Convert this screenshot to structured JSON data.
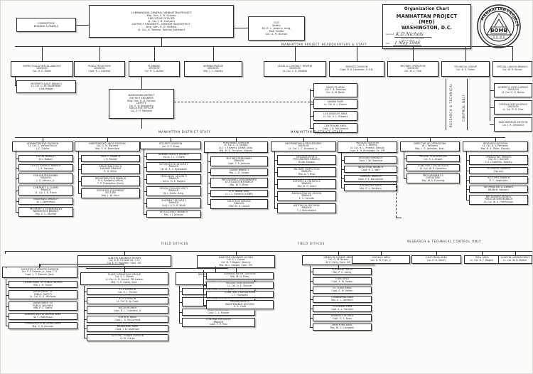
{
  "title_block": {
    "line1": "Organization Chart",
    "line2": "MANHATTAN PROJECT",
    "line3": "(MED)",
    "line4": "WASHINGTON, D.C.",
    "approved_label": "Approved",
    "signature": "K.D.Nichols",
    "signature_sub1": "Brig. Gen'l, Corps of Engineers",
    "signature_sub2": "District Engineer",
    "date_label": "Date",
    "date_value": "1 May 1946"
  },
  "seal": {
    "outer_text_left": "MANHATTAN",
    "outer_text_right": "PROJECT",
    "center_text": "BOMB"
  },
  "captions": {
    "hq_staff": "MANHATTAN PROJECT  HEADQUARTERS & STAFF",
    "district_staff_left": "MANHATTAN  DISTRICT STAFF",
    "district_staff_right": "MANHATTAN  DISTRICT STAFF",
    "field_offices_left": "FIELD  OFFICES",
    "field_offices_right": "FIELD  OFFICES",
    "research_technical": "RESEARCH & TECHNICAL",
    "control_only": "CONTROL ONLY",
    "research_technical_control": "RESEARCH & TECHNICAL  CONTROL ONLY"
  },
  "top": {
    "committees": [
      "COMMITTEES",
      "BOARDS & PANELS"
    ],
    "commanding": [
      "COMMANDING GENERAL MANHATTAN PROJECT",
      "Maj. Gen. L. R. Groves",
      "EXECUTIVE OFFICER",
      "Lt. Col. J. B. Lampert",
      "DISTRICT ENGINEER – MANHATTAN DISTRICT",
      "Brig. Gen. K. D. Nichols",
      "Lt. Col. A. Tamaro, Special Assistant"
    ],
    "oce": [
      "OCE",
      "Safety",
      "Mr. R. L. Jenkins, Actg.",
      "Real Estate",
      "Col. A. H. Burton"
    ]
  },
  "hq_divisions": [
    {
      "name": "inspection-misc",
      "lines": [
        "INSPECTION & MISCELLANEOUS",
        "DIVISION",
        "Col. D. E. Antes"
      ]
    },
    {
      "name": "public-relations",
      "lines": [
        "PUBLIC RELATIONS",
        "DIVISION",
        "Capt. B. J. Coakley"
      ]
    },
    {
      "name": "planning",
      "lines": [
        "PLANNING",
        "DIVISION",
        "Col. R. G. Butler"
      ]
    },
    {
      "name": "administrative",
      "lines": [
        "ADMINISTRATIVE",
        "DIVISION",
        "Maj. J. C. Hooley"
      ]
    },
    {
      "name": "legal-contract-review",
      "lines": [
        "LEGAL & CONTRACT REVIEW",
        "DIVISION",
        "Lt. Col. C. B. Rhodes"
      ]
    },
    {
      "name": "patents",
      "lines": [
        "PATENTS DIVISION",
        "Capt. R. A. Lavender, U.S.N."
      ]
    },
    {
      "name": "military-operation",
      "lines": [
        "MILITARY OPERATION",
        "DIVISION",
        "Col. M. C. Gee"
      ]
    },
    {
      "name": "technical-group",
      "lines": [
        "TECHNICAL GROUP",
        "Col. K. E. Fields"
      ]
    },
    {
      "name": "special-liaison",
      "lines": [
        "SPECIAL LIAISON BRANCH",
        "Col. W. R. Shuler"
      ]
    }
  ],
  "property_audit": [
    "PROPERTY AUDIT BRANCH",
    "Lt. Col. G. W. Studebaker",
    "(Oak Ridge)"
  ],
  "manhattan_district": [
    "MANHATTAN DISTRICT",
    "DISTRICT ENGINEER",
    "Brig. Gen. K. D. Nichols",
    "DEPUTY",
    "Col. E. E. Kirkpatrick",
    "EXECUTIVE OFFICER",
    "Col. E. H. Marsden"
  ],
  "liaison_children": [
    {
      "name": "domestic-intelligence",
      "lines": [
        "DOMESTIC INTELLIGENCE",
        "DIVISION",
        "Lt. Col. C. H. Banks"
      ]
    },
    {
      "name": "foreign-intelligence",
      "lines": [
        "FOREIGN INTELLIGENCE",
        "DIVISION",
        "Lt. Col. R. H. Free"
      ]
    },
    {
      "name": "raw-material-section",
      "lines": [
        "RAW MATERIAL SECTION",
        "Col. J. R. Jamarone"
      ]
    }
  ],
  "santa_fe_group": [
    {
      "name": "santa-fe-area",
      "lines": [
        "SANTA FE AREA",
        "Col. L. E. Seeman",
        "Col. A. W. Betts"
      ]
    },
    {
      "name": "sandia-base",
      "lines": [
        "SANDIA BASE",
        "Lt. Col. A. J. Frolich"
      ]
    },
    {
      "name": "los-angeles-area",
      "lines": [
        "LOS ANGELES AREA",
        "Lt. Col. S. L. Stewart"
      ]
    },
    {
      "name": "centerline-area",
      "lines": [
        "CENTERLINE AREA",
        "Capt. J. D. McCormick"
      ]
    }
  ],
  "district_columns": [
    {
      "name": "administrative-division",
      "head": [
        "ADMINISTRATIVE DIVISION",
        "Lt. Col. C. Vanden Bulck",
        "J. C. Clarke"
      ],
      "children": [
        {
          "name": "fiscal-branch",
          "lines": [
            "FISCAL BRANCH",
            "D.C. Bogart"
          ]
        },
        {
          "name": "office-service-branch",
          "lines": [
            "OFFICE SERVICE BRANCH",
            "J. R. Gorman"
          ]
        },
        {
          "name": "civilian-personnel-branch",
          "lines": [
            "CIVILIAN PERSONNEL",
            "BRANCH",
            "J. G. LeSieur, Jr."
          ]
        },
        {
          "name": "contract-claims-branch",
          "lines": [
            "CONTRACT & CLAIMS",
            "BRANCH",
            "Lt. Col. J. E. Travis"
          ]
        },
        {
          "name": "insurance-branch",
          "lines": [
            "INSURANCE BRANCH",
            "W. J. Satterfield"
          ]
        },
        {
          "name": "property-government-warehouse-branch",
          "lines": [
            "PROPERTY & GOVERNMENT",
            "WAREHOUSE BRANCH",
            "Maj. E. C. Stumpf"
          ]
        }
      ]
    },
    {
      "name": "independent-units-division",
      "head": [
        "INDEPENDENT UNITS DIVISION",
        "Col. G. M. Borland",
        "Maj. G. H. Bramfield"
      ],
      "children": [
        {
          "name": "safety-branch",
          "lines": [
            "SAFETY BRANCH",
            "J. R. Maddy"
          ]
        },
        {
          "name": "redistribution-salvage-branch",
          "lines": [
            "REDISTRIBUTION &",
            "SALVAGE BRANCH",
            "R. H. Millar"
          ]
        },
        {
          "name": "redistribution-branch",
          "lines": [
            "REDISTRIBUTION BRANCH",
            "R. A. Rodgers (office)",
            "T. P. Thompkins (field)"
          ]
        },
        {
          "name": "scientific-equipment-section",
          "lines": [
            "SCIENTIFIC EQUIPMENT",
            "SECTION",
            "Maj. J. W. Gord"
          ]
        }
      ]
    },
    {
      "name": "security-division",
      "head": [
        "SECURITY DIVISION",
        "Col. O. F. Shaw"
      ],
      "children": [
        {
          "name": "administrative-branch",
          "lines": [
            "ADMINISTRATIVE BRANCH",
            "1st Lt. J. L. O'Gara"
          ]
        },
        {
          "name": "information-security-branch",
          "lines": [
            "INFORMATION SECURITY",
            "BRANCH",
            "1st Lt. A. L. Rydzewski"
          ]
        },
        {
          "name": "personnel-security-branch",
          "lines": [
            "PERSONNEL SECURITY",
            "BRANCH",
            "1st Lt. M. E. Rogers"
          ]
        },
        {
          "name": "production-security-branch",
          "lines": [
            "PRODUCTION SECURITY",
            "BRANCH",
            "W. L. Ewitz, Actg."
          ]
        },
        {
          "name": "shipment-security-branch",
          "lines": [
            "SHIPMENT SECURITY",
            "BRANCH",
            "1st Lt. A. V. R. Wulff"
          ]
        },
        {
          "name": "intelligence-branch",
          "lines": [
            "INTELLIGENCE BRANCH",
            "Maj. J. J. Jackson"
          ]
        }
      ]
    },
    {
      "name": "personnel-division",
      "head": [
        "PERSONNEL DIVISION",
        "Lt. Col. C. A. Nelson",
        "Lt. J. J. Flaherty (USNR) Asst.",
        "Maj. M. E. Thruston, Deputy"
      ],
      "children": [
        {
          "name": "military-personnel-branch",
          "lines": [
            "MILITARY PERSONNEL",
            "BRANCH",
            "Capt. T. S. Johnson"
          ]
        },
        {
          "name": "labor-branch",
          "lines": [
            "LABOR BRANCH",
            "Maj. L. D. Geiger"
          ]
        },
        {
          "name": "procedures-assignments-branch",
          "lines": [
            "PROCEDURES, ASSIGNMENTS",
            "& UTILIZATION BRANCH",
            "Maj. W. F. Miller"
          ]
        },
        {
          "name": "us-naval-unit",
          "lines": [
            "U. S. NAVAL UNIT",
            "Lt. J. J. Flaherty (USNR)"
          ]
        },
        {
          "name": "selective-service-branch",
          "lines": [
            "SELECTIVE SERVICE",
            "BRANCH",
            "CWO M. S. Levine"
          ]
        }
      ]
    },
    {
      "name": "information-procedures-division",
      "head": [
        "INFORMATION & PROCEDURES",
        "DIVISION",
        "Lt. Col. L. C. Fairbank, Jr."
      ],
      "children": [
        {
          "name": "organization-procedures-branch",
          "lines": [
            "ORGANIZATION &",
            "PROCEDURES BRANCH",
            "DuVal Streaks"
          ]
        },
        {
          "name": "military-inspection-branch",
          "lines": [
            "MILITARY INSPECTION",
            "BRANCH",
            "Maj. A. T. Riso"
          ]
        },
        {
          "name": "reports-statistics-branch",
          "lines": [
            "REPORTS & STATISTICS",
            "BRANCH",
            "Maj. B. G. Seitz"
          ]
        },
        {
          "name": "administrative-review-branch",
          "lines": [
            "ADMINISTRATIVE REVIEW",
            "BRANCH",
            "E. C. Schulte"
          ]
        },
        {
          "name": "historical-records-branch",
          "lines": [
            "HISTORICAL RECORDS",
            "BRANCH",
            "T. J. Rentenbach"
          ]
        }
      ]
    },
    {
      "name": "medical-division",
      "head": [
        "MEDICAL DIVISION",
        "Col. S. L. Warren",
        "Lt. Col. H. L. Friedell, Deputy",
        "Capt. B. H. Brundage, Ex. Off."
      ],
      "children": [
        {
          "name": "research-branch",
          "lines": [
            "RESEARCH BRANCH",
            "Capt. J. W. Howland"
          ]
        },
        {
          "name": "industrial-branch",
          "lines": [
            "INDUSTRIAL BRANCH",
            "Capt. B. S. Wolf"
          ]
        },
        {
          "name": "clinical-branch",
          "lines": [
            "CLINICAL BRANCH",
            "Capt. F. E. Donoghue"
          ]
        },
        {
          "name": "rochester-area",
          "lines": [
            "ROCHESTER AREA",
            "Maj. E. L. VanHorn"
          ]
        }
      ]
    },
    {
      "name": "director-of-operations",
      "head": [
        "DIRECTOR OF OPERATIONS",
        "W. J. Williams",
        "Maj. L. E. Johnston, Asst."
      ],
      "children": [
        {
          "name": "production-division",
          "lines": [
            "PRODUCTION DIVISION",
            "Col. S. L. Brown"
          ]
        },
        {
          "name": "construction-division",
          "lines": [
            "CONSTRUCTION DIVISION",
            "Lt. Col. W. P. Cornelius"
          ]
        },
        {
          "name": "procurement-expediting",
          "lines": [
            "PROCUREMENT &",
            "EXPEDITING",
            "Maj. W. S. Dunning"
          ]
        }
      ]
    },
    {
      "name": "research-division",
      "head": [
        "RESEARCH DIVISION",
        "Lt. Col. A. V. Peterson",
        "Maj. H. A. Fidlar, Deputy"
      ],
      "children": [
        {
          "name": "operations-branch",
          "lines": [
            "OPERATIONS BRANCH",
            "Maj. N. J. Barnett",
            "T. S. Chapman, Deputy"
          ]
        },
        {
          "name": "technical-branch",
          "lines": [
            "TECHNICAL BRANCH",
            "(Vacant)"
          ]
        },
        {
          "name": "isotopes-branch",
          "lines": [
            "ISOTOPES BRANCH",
            "D. C. Aebersold"
          ]
        },
        {
          "name": "information-library-branch",
          "lines": [
            "INFORMATION & LIBRARY",
            "BRANCH (Vacant)"
          ]
        },
        {
          "name": "declassification-publications-branch",
          "lines": [
            "DECLASSIFICATION &",
            "PUBLICATIONS BRANCH",
            "Lt. Col. W. S. Hutchinson"
          ]
        }
      ]
    }
  ],
  "field_columns": [
    {
      "name": "facilities-service-division",
      "head": [
        "FACILITIES & SERVICE DIVISION",
        "Col. P. F. Kromer, Jr., Dep. C.O.",
        "Capt. L. T. Zbarnik, Asst."
      ],
      "children": [
        {
          "name": "department-public-works",
          "lines": [
            "DEPARTMENT OF PUBLIC WORKS",
            "Maj. J. H. Turner"
          ]
        },
        {
          "name": "department-public-safety",
          "lines": [
            "DEPARTMENT OF",
            "PUBLIC SAFETY",
            "Lt. Col. D. G. Williams"
          ]
        },
        {
          "name": "department-public-welfare",
          "lines": [
            "DEPARTMENT OF",
            "PUBLIC WELFARE",
            "Maj. P. C. Leahy"
          ]
        },
        {
          "name": "administrative-department",
          "lines": [
            "ADMINISTRATIVE DEPARTMENT",
            "W. C. Rothenaul"
          ]
        },
        {
          "name": "communication-department",
          "lines": [
            "COMMUNICATION DEPARTMENT",
            "Maj. S. R. Johnson"
          ]
        }
      ]
    },
    {
      "name": "plant-operations-group",
      "head": [
        "PLANT OPERATIONS GROUP",
        "Col. S. L. Brown",
        "Lt. Col. A. D. Arnold, PM Liaison",
        "Maj. H. E. Gates, Asst."
      ],
      "children": [
        {
          "name": "y-12-division",
          "lines": [
            "Y-12 DIVISION",
            "Col. G. J. Forney"
          ]
        },
        {
          "name": "k-25-division",
          "lines": [
            "K-25 DIVISION",
            "Lt. Col. R. W. Cook"
          ]
        },
        {
          "name": "decatur-area",
          "lines": [
            "DECATUR AREA",
            "Capt. R. L. Crawford, Jr."
          ]
        },
        {
          "name": "detroit-area",
          "lines": [
            "DETROIT AREA",
            "Capt. J. D. McCormick"
          ]
        },
        {
          "name": "milwaukee-area",
          "lines": [
            "MILWAUKEE AREA",
            "Capt. J. D. Anderson"
          ]
        },
        {
          "name": "electric-power-division",
          "lines": [
            "ELECTRIC POWER DIVISION",
            "D. M. Clarke"
          ]
        }
      ]
    },
    {
      "name": "redistribution-salvage-division",
      "head": [
        "REDISTRIBUTION & SALVAGE",
        "DIVISION",
        "Col. G. M. Borland",
        "R. H. Millar, Asst."
      ],
      "children": [
        {
          "name": "redistribution-branch-field",
          "lines": [
            "REDISTRIBUTION BRANCH",
            "D. E. Russell"
          ]
        },
        {
          "name": "surplus-property-branch",
          "lines": [
            "SURPLUS PROPERTY",
            "BRANCH",
            "Capt. J. C. Deal, Jr."
          ]
        },
        {
          "name": "salvage-branch",
          "lines": [
            "SALVAGE BRANCH",
            "Capt. C. L. Musser"
          ]
        },
        {
          "name": "contractor-sales-branch",
          "lines": [
            "CONTRACTOR SALES",
            "BRANCH",
            "Capt. F. H. Pain"
          ]
        }
      ]
    },
    {
      "name": "hanford-sub",
      "head": null,
      "children": [
        {
          "name": "administrative-division-hanford",
          "lines": [
            "ADMINISTRATIVE DIVISION",
            "Maj. M. D. Riley"
          ]
        },
        {
          "name": "production-division-hanford",
          "lines": [
            "PRODUCTION DIVISION",
            "Lt. Col. H. E. Skinner"
          ]
        },
        {
          "name": "construction-division-hanford",
          "lines": [
            "CONSTRUCTION DIVISION",
            "J. T. Flanagan"
          ]
        },
        {
          "name": "engineering-maintenance-division",
          "lines": [
            "ENGINEERING &",
            "MAINTENANCE DIVISION",
            "O. S. Clark"
          ]
        }
      ]
    },
    {
      "name": "madison-square-sub",
      "head": null,
      "children": [
        {
          "name": "colorado-area",
          "lines": [
            "COLORADO AREA",
            "Maj. P. C. Leahy"
          ]
        },
        {
          "name": "iowa-area",
          "lines": [
            "IOWA AREA",
            "Capt. E. M. Velten"
          ]
        },
        {
          "name": "st-louis-area",
          "lines": [
            "ST. LOUIS AREA",
            "Capt. E. M. Velten"
          ]
        },
        {
          "name": "tonawanda-area",
          "lines": [
            "TONAWANDA AREA",
            "Maj. E. L. VanHorn"
          ]
        },
        {
          "name": "columbia-area",
          "lines": [
            "COLUMBIA AREA",
            "Capt. L. L. Gentjen"
          ]
        },
        {
          "name": "wilmington-area",
          "lines": [
            "WILMINGTON AREA",
            "Capt. G. L. Ryan"
          ]
        },
        {
          "name": "new-york-area",
          "lines": [
            "NEW YORK AREA",
            "Maj. W. C. Campbell"
          ]
        }
      ]
    }
  ],
  "field_heads": [
    {
      "name": "clinton-engineer-works",
      "lines": [
        "CLINTON ENGINEER WORKS",
        "Col. E. E. Kirkpatrick, C.O.",
        "Col. E. H. Marsden, Exec. Off."
      ]
    },
    {
      "name": "hanford-engineer-works",
      "lines": [
        "HANFORD ENGINEER WORKS",
        "Col. F. J. Clarke",
        "Col. B. T. Rogers, Deputy",
        "Maj. W. L. Sappar, Exec. Off."
      ]
    },
    {
      "name": "madison-square-area",
      "lines": [
        "MADISON SQUARE AREA",
        "Col. G. W. Beeler",
        "W. E. Kelly, Exec. Off."
      ]
    },
    {
      "name": "chicago-area",
      "lines": [
        "CHICAGO AREA",
        "Col. A. M. Frye, Jr."
      ]
    },
    {
      "name": "california-area",
      "lines": [
        "CALIFORNIA AREA",
        "Col. E. B. Kelley"
      ]
    },
    {
      "name": "trail-area",
      "lines": [
        "TRAIL AREA",
        "Lt. Col. B. T. Rogers"
      ]
    },
    {
      "name": "clinton-laboratories",
      "lines": [
        "CLINTON LABORATORIES",
        "Lt. Col. W. B. Bieber"
      ]
    }
  ]
}
